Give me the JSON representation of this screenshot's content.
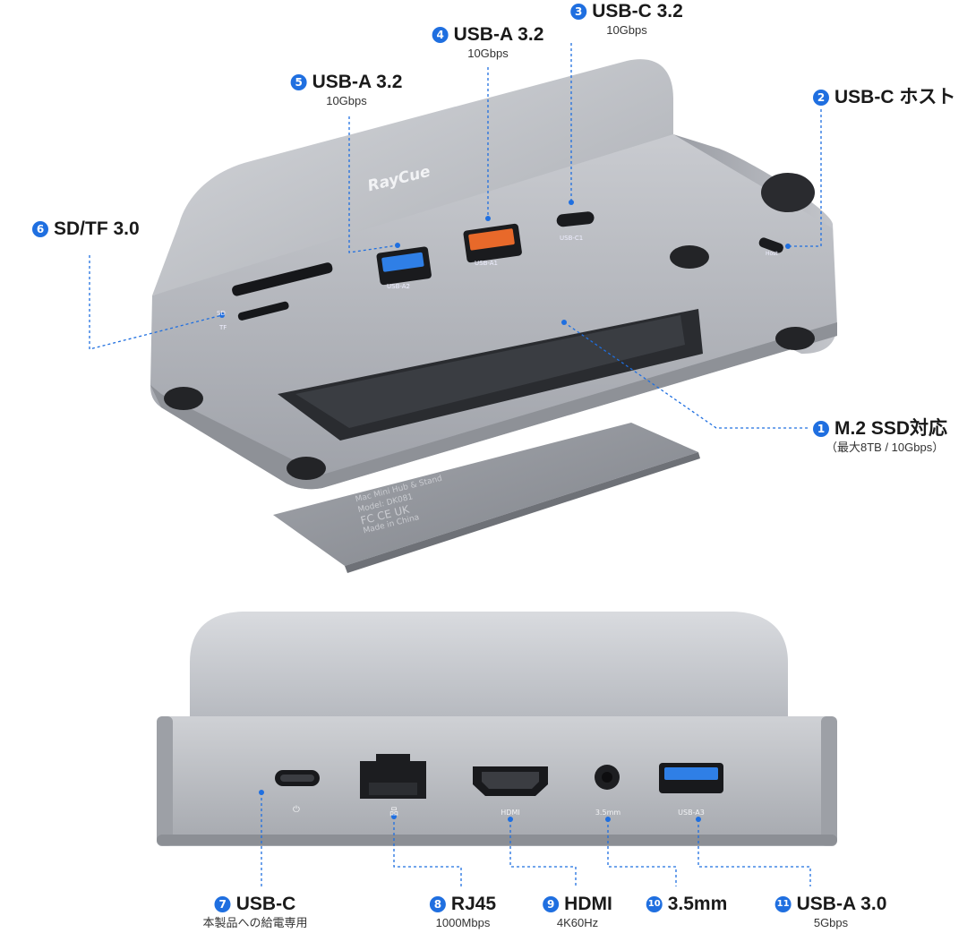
{
  "brand": "RayCue",
  "port_labels": {
    "sd": "SD",
    "tf": "TF",
    "usb_a2": "USB-A2",
    "usb_a1": "USB-A1",
    "usb_c1": "USB-C1",
    "host": "Host",
    "hdmi": "HDMI",
    "audio": "3.5mm",
    "usb_a3": "USB-A3"
  },
  "cover_text": [
    "Mac Mini Hub & Stand",
    "Model: DK081",
    "FC CE UK",
    "Made in China"
  ],
  "callouts": {
    "c1": {
      "num": "1",
      "title": "M.2 SSD対応",
      "sub": "（最大8TB / 10Gbps）"
    },
    "c2": {
      "num": "2",
      "title": "USB-C ホスト"
    },
    "c3": {
      "num": "3",
      "title": "USB-C 3.2",
      "sub": "10Gbps"
    },
    "c4": {
      "num": "4",
      "title": "USB-A 3.2",
      "sub": "10Gbps"
    },
    "c5": {
      "num": "5",
      "title": "USB-A 3.2",
      "sub": "10Gbps"
    },
    "c6": {
      "num": "6",
      "title": "SD/TF 3.0"
    },
    "c7": {
      "num": "7",
      "title": "USB-C",
      "sub": "本製品への給電専用"
    },
    "c8": {
      "num": "8",
      "title": "RJ45",
      "sub": "1000Mbps"
    },
    "c9": {
      "num": "9",
      "title": "HDMI",
      "sub": "4K60Hz"
    },
    "c10": {
      "num": "10",
      "title": "3.5mm"
    },
    "c11": {
      "num": "11",
      "title": "USB-A 3.0",
      "sub": "5Gbps"
    }
  },
  "colors": {
    "accent": "#1f6fe0",
    "orange_port": "#e8692a",
    "blue_port": "#2f7fe6",
    "aluminium": "#b9bcc2"
  }
}
